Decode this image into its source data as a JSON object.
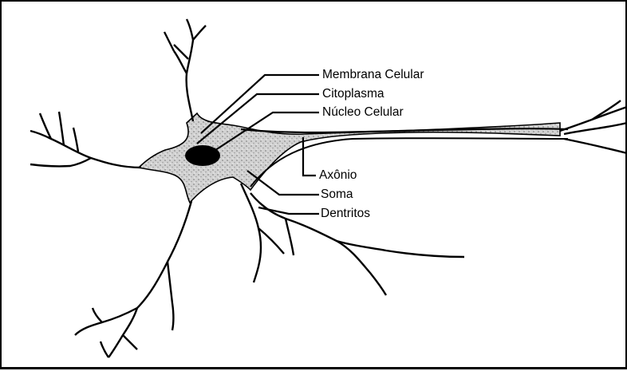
{
  "labels": {
    "membrana": "Membrana Celular",
    "citoplasma": "Citoplasma",
    "nucleo": "Núcleo Celular",
    "axonio": "Axônio",
    "soma": "Soma",
    "dentritos": "Dentritos"
  },
  "colors": {
    "line": "#000000",
    "cytoplasm": "#c8c8c8",
    "nucleus": "#000000",
    "background": "#ffffff"
  }
}
